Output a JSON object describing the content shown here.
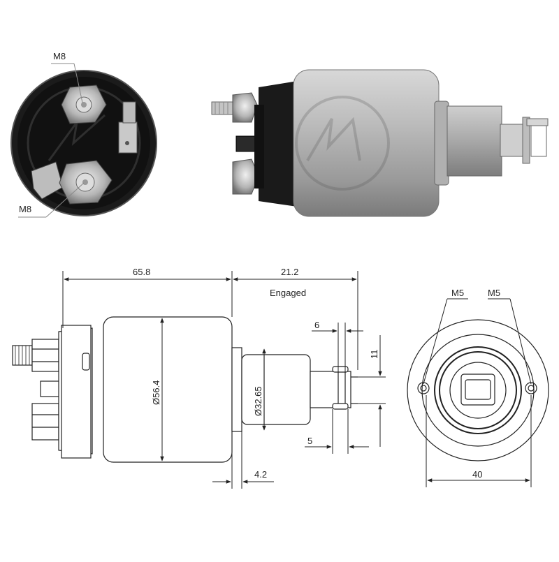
{
  "photos": {
    "end_view_labels": {
      "top": "M8",
      "bottom": "M8"
    }
  },
  "dimensions": {
    "overall_length": "65.8",
    "plunger_travel": "21.2",
    "plunger_state": "Engaged",
    "fork_offset": "6",
    "fork_height": "11",
    "body_diameter": "Ø56.4",
    "plunger_diameter": "Ø32.65",
    "fork_width": "5",
    "flange_thickness": "4.2"
  },
  "end_drawing": {
    "left_thread": "M5",
    "right_thread": "M5",
    "bolt_spacing": "40"
  },
  "colors": {
    "line": "#222222",
    "body_gray": "#a8a8a8",
    "cap_black": "#1a1a1a"
  }
}
